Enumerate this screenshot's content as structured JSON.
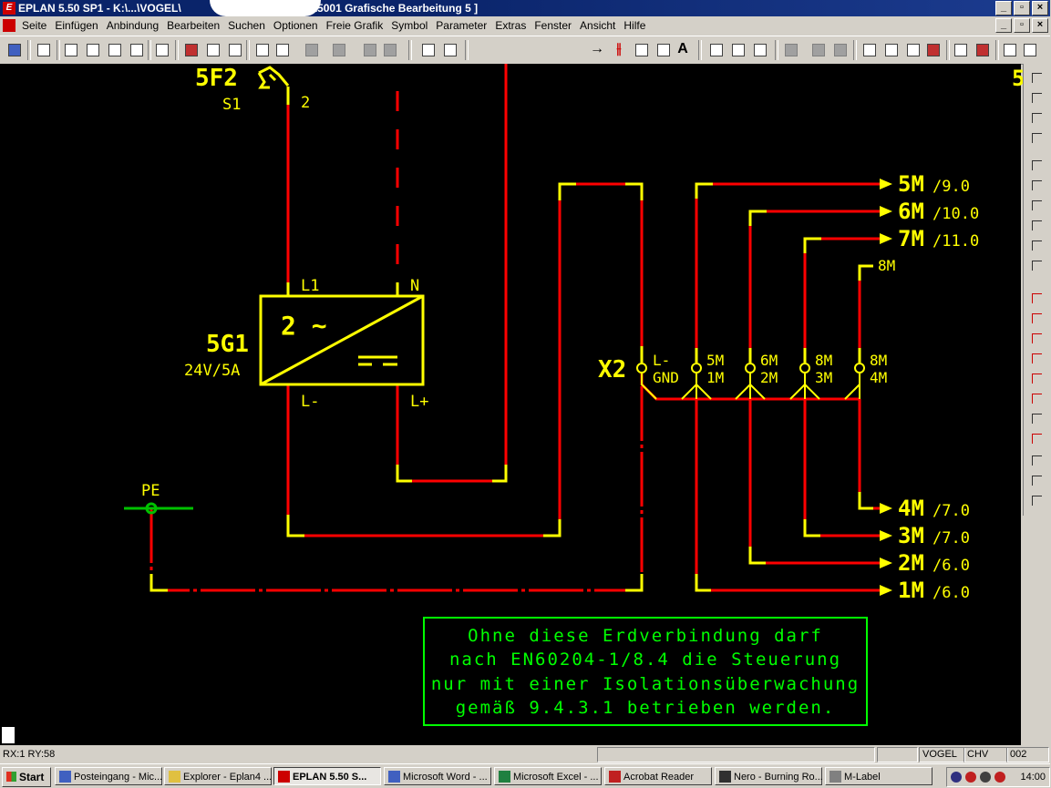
{
  "window": {
    "title": "EPLAN 5.50 SP1 - K:\\...\\VOGEL\\",
    "title_suffix": "EPL5001 Grafische Bearbeitung 5   ]",
    "logo_text": "E",
    "controls": [
      "_",
      "▫",
      "×"
    ]
  },
  "menu": [
    "Seite",
    "Einfügen",
    "Anbindung",
    "Bearbeiten",
    "Suchen",
    "Optionen",
    "Freie Grafik",
    "Symbol",
    "Parameter",
    "Extras",
    "Fenster",
    "Ansicht",
    "Hilfe"
  ],
  "drawing": {
    "device_5F2": "5F2",
    "label_S1": "S1",
    "pin_2": "2",
    "label_L1": "L1",
    "label_N": "N",
    "device_5G1": "5G1",
    "rating": "24V/5A",
    "ps_symbol": "2 ~",
    "label_Lminus": "L-",
    "label_Lplus": "L+",
    "label_PE": "PE",
    "terminal_X2": "X2",
    "term_labels": [
      {
        "top": "L-",
        "bottom": "GND"
      },
      {
        "top": "5M",
        "bottom": "1M"
      },
      {
        "top": "6M",
        "bottom": "2M"
      },
      {
        "top": "8M",
        "bottom": "3M"
      },
      {
        "top": "8M",
        "bottom": "4M"
      }
    ],
    "xrefs_top": [
      {
        "name": "5M",
        "ref": "/9.0"
      },
      {
        "name": "6M",
        "ref": "/10.0"
      },
      {
        "name": "7M",
        "ref": "/11.0"
      }
    ],
    "label_8M": "8M",
    "xrefs_bottom": [
      {
        "name": "4M",
        "ref": "/7.0"
      },
      {
        "name": "3M",
        "ref": "/7.0"
      },
      {
        "name": "2M",
        "ref": "/6.0"
      },
      {
        "name": "1M",
        "ref": "/6.0"
      }
    ],
    "corner_mark": "5",
    "note_lines": [
      "Ohne diese Erdverbindung darf",
      "nach EN60204-1/8.4 die Steuerung",
      "nur mit einer Isolationsüberwachung",
      "gemäß 9.4.3.1 betrieben werden."
    ]
  },
  "status": {
    "coords": "RX:1 RY:58",
    "user": "VOGEL",
    "lang": "CHV",
    "page": "002"
  },
  "taskbar": {
    "start": "Start",
    "tasks": [
      {
        "label": "Posteingang - Mic..."
      },
      {
        "label": "Explorer - Eplan4 ..."
      },
      {
        "label": "EPLAN 5.50 S..."
      },
      {
        "label": "Microsoft Word - ..."
      },
      {
        "label": "Microsoft Excel - ..."
      },
      {
        "label": "Acrobat Reader"
      },
      {
        "label": "Nero - Burning Ro..."
      },
      {
        "label": "M-Label"
      }
    ],
    "clock": "14:00"
  },
  "colors": {
    "wire_red": "#ff0000",
    "wire_yellow": "#ffff00",
    "pe_green": "#00c000",
    "note_green": "#00ff00",
    "canvas_bg": "#000000"
  }
}
